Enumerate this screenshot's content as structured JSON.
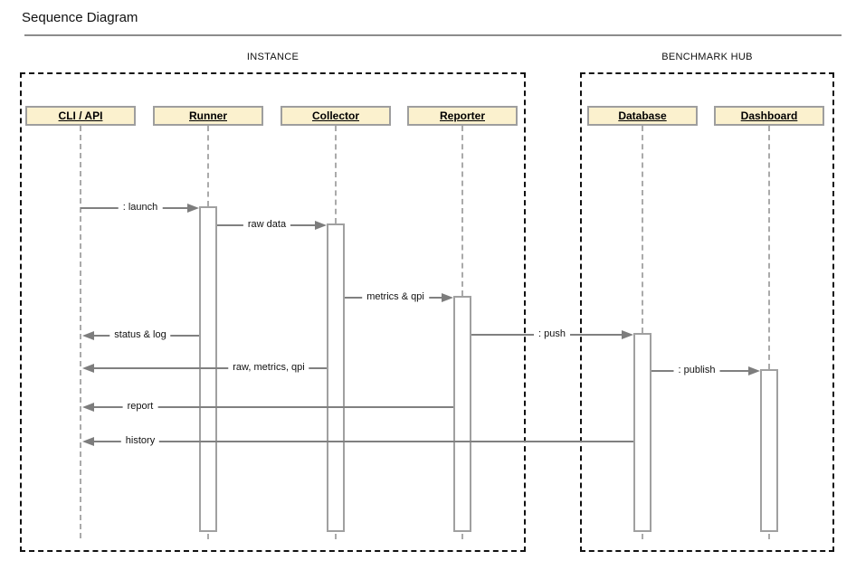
{
  "page_title": "Sequence Diagram",
  "frames": [
    {
      "id": "instance",
      "title": "INSTANCE"
    },
    {
      "id": "benchmark-hub",
      "title": "BENCHMARK HUB"
    }
  ],
  "participants": [
    {
      "id": "cli-api",
      "label": "CLI / API"
    },
    {
      "id": "runner",
      "label": "Runner"
    },
    {
      "id": "collector",
      "label": "Collector"
    },
    {
      "id": "reporter",
      "label": "Reporter"
    },
    {
      "id": "database",
      "label": "Database"
    },
    {
      "id": "dashboard",
      "label": "Dashboard"
    }
  ],
  "messages": [
    {
      "label": ": launch",
      "from": "cli-api",
      "to": "runner"
    },
    {
      "label": "raw data",
      "from": "runner",
      "to": "collector"
    },
    {
      "label": "metrics & qpi",
      "from": "collector",
      "to": "reporter"
    },
    {
      "label": "status & log",
      "from": "runner",
      "to": "cli-api"
    },
    {
      "label": ": push",
      "from": "reporter",
      "to": "database"
    },
    {
      "label": "raw, metrics, qpi",
      "from": "collector",
      "to": "cli-api"
    },
    {
      "label": ": publish",
      "from": "database",
      "to": "dashboard"
    },
    {
      "label": "report",
      "from": "reporter",
      "to": "cli-api"
    },
    {
      "label": "history",
      "from": "database",
      "to": "cli-api"
    }
  ],
  "colors": {
    "participant_fill": "#fbf1ce",
    "participant_border": "#9e9e9e",
    "activation_border": "#a0a0a0",
    "message_line": "#808080",
    "frame_border": "#111111",
    "lifeline": "#aaaaaa"
  }
}
